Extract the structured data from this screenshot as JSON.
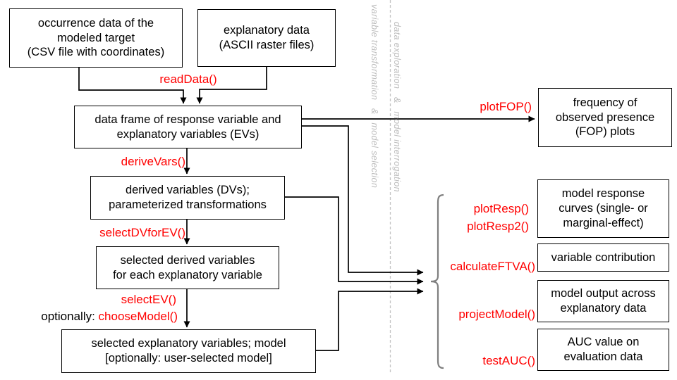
{
  "diagram": {
    "boxes": {
      "occurrence": {
        "text": "occurrence data of the\nmodeled target\n(CSV file with coordinates)"
      },
      "explanatory": {
        "text": "explanatory data\n(ASCII raster files)"
      },
      "dataframe": {
        "text": "data frame of response variable and\nexplanatory variables (EVs)"
      },
      "derived": {
        "text": "derived variables (DVs);\nparameterized transformations"
      },
      "selected_dv": {
        "text": "selected derived variables\nfor each explanatory variable"
      },
      "model": {
        "text": "selected explanatory variables; model\n[optionally: user-selected model]"
      },
      "fop": {
        "text": "frequency of\nobserved presence\n(FOP) plots"
      },
      "response": {
        "text": "model response\ncurves (single- or\nmarginal-effect)"
      },
      "contribution": {
        "text": "variable contribution"
      },
      "output": {
        "text": "model output across\nexplanatory data"
      },
      "auc": {
        "text": "AUC value on\nevaluation data"
      }
    },
    "functions": {
      "readData": "readData()",
      "deriveVars": "deriveVars()",
      "selectDVforEV": "selectDVforEV()",
      "selectEV": "selectEV()",
      "optionally_prefix": "optionally: ",
      "chooseModel": "chooseModel()",
      "plotFOP": "plotFOP()",
      "plotResp": "plotResp()",
      "plotResp2": "plotResp2()",
      "calculateFTVA": "calculateFTVA()",
      "projectModel": "projectModel()",
      "testAUC": "testAUC()"
    },
    "sections": {
      "left_column": "variable transformation   &   model selection",
      "right_column": "data exploration   &   model interrogation"
    },
    "colors": {
      "function_red": "#ff0000",
      "section_gray": "#bdbdbd",
      "brace_gray": "#7f7f7f",
      "line_black": "#000000",
      "box_border": "#000000",
      "background": "#ffffff"
    }
  }
}
